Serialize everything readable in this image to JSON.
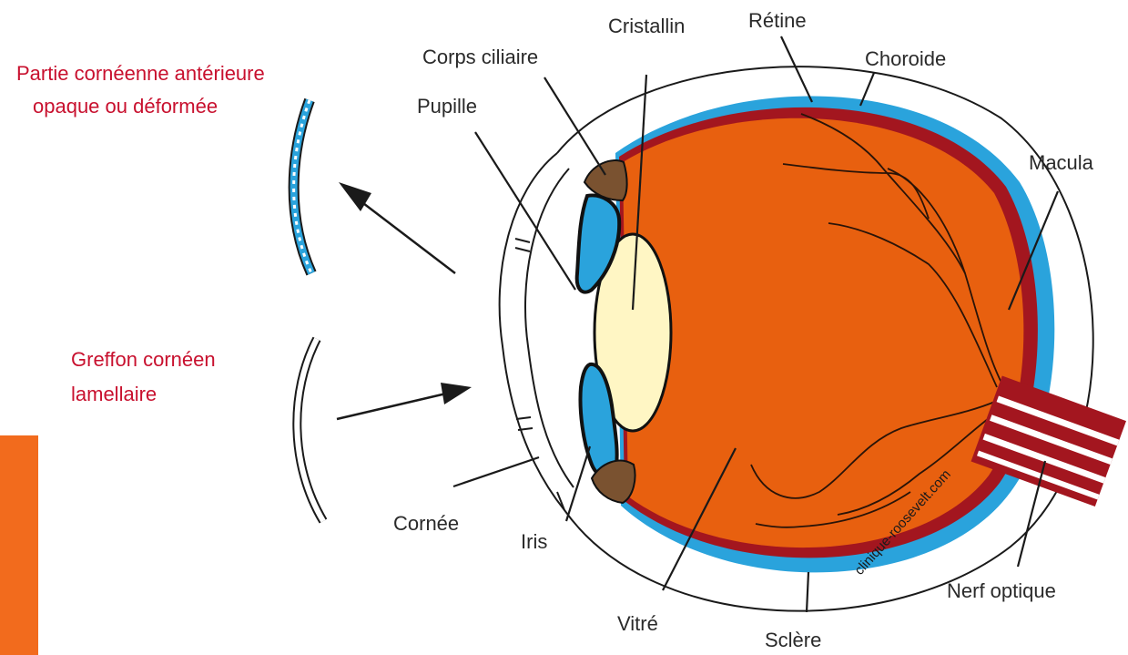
{
  "labels": {
    "cristallin": "Cristallin",
    "retine": "Rétine",
    "corps_ciliaire": "Corps ciliaire",
    "choroide": "Choroide",
    "pupille": "Pupille",
    "macula": "Macula",
    "cornee": "Cornée",
    "iris": "Iris",
    "vitre": "Vitré",
    "sclere": "Sclère",
    "nerf_optique": "Nerf optique",
    "partie_line1": "Partie cornéenne antérieure",
    "partie_line2": "opaque ou déformée",
    "greffon_line1": "Greffon cornéen",
    "greffon_line2": "lamellaire"
  },
  "watermark": "clinique-roosevelt.com",
  "colors": {
    "vitreous": "#e8600f",
    "retina": "#a3161f",
    "choroid": "#2aa3dc",
    "lens": "#fff6c4",
    "ciliary": "#7a5230",
    "annotation_red": "#c8102e",
    "accent_bar": "#f26b1d"
  }
}
